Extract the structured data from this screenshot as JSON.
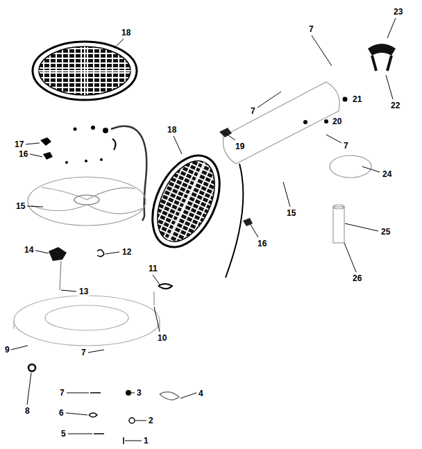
{
  "diagram": {
    "labels": [
      "23",
      "7",
      "18",
      "21",
      "22",
      "7",
      "20",
      "18",
      "17",
      "19",
      "7",
      "16",
      "24",
      "15",
      "15",
      "25",
      "16",
      "14",
      "12",
      "11",
      "26",
      "13",
      "10",
      "9",
      "7",
      "3",
      "4",
      "7",
      "8",
      "6",
      "2",
      "5",
      "1"
    ]
  }
}
